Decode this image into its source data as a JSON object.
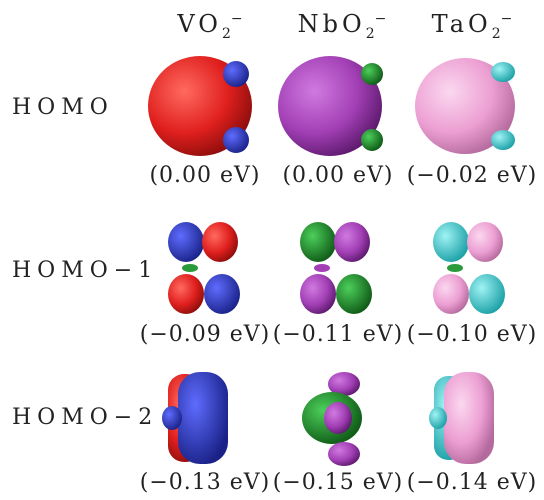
{
  "columns": [
    {
      "base": "VO",
      "sub": "2",
      "sup": "−"
    },
    {
      "base": "NbO",
      "sub": "2",
      "sup": "−"
    },
    {
      "base": "TaO",
      "sub": "2",
      "sup": "−"
    }
  ],
  "rows": [
    {
      "label": "HOMO",
      "energies": [
        "(0.00 eV)",
        "(0.00 eV)",
        "(−0.02 eV)"
      ]
    },
    {
      "label": "HOMO−1",
      "energies": [
        "(−0.09 eV)",
        "(−0.11 eV)",
        "(−0.10 eV)"
      ]
    },
    {
      "label": "HOMO−2",
      "energies": [
        "(−0.13 eV)",
        "(−0.15 eV)",
        "(−0.14 eV)"
      ]
    }
  ],
  "colors": {
    "V": {
      "main": "#e0201e",
      "lobe": "#2b3bb8"
    },
    "Nb": {
      "main": "#a23fb5",
      "lobe": "#1f8a2a"
    },
    "Ta": {
      "main": "#ec9fd3",
      "lobe": "#36d2d6"
    }
  }
}
